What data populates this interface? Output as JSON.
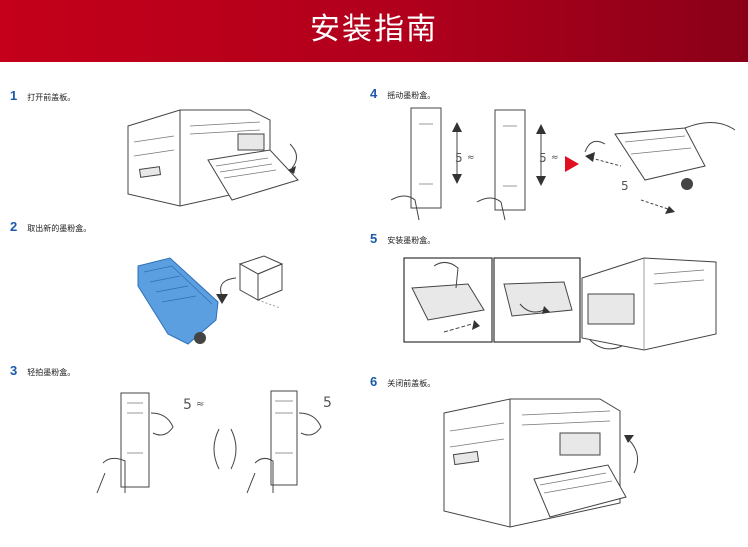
{
  "header": {
    "title": "安装指南"
  },
  "steps": [
    {
      "num": "1",
      "text": "打开前盖板。"
    },
    {
      "num": "2",
      "text": "取出新的墨粉盒。"
    },
    {
      "num": "3",
      "text": "轻拍墨粉盒。"
    },
    {
      "num": "4",
      "text": "摇动墨粉盒。"
    },
    {
      "num": "5",
      "text": "安装墨粉盒。"
    },
    {
      "num": "6",
      "text": "关闭前盖板。"
    }
  ],
  "figure_labels": {
    "shake_count": "5",
    "shake_suffix": "≈"
  },
  "colors": {
    "banner": "#c4001a",
    "step_number": "#1a5aa8",
    "toner_blue": "#5b9fe0",
    "arrow_red": "#e01020"
  }
}
